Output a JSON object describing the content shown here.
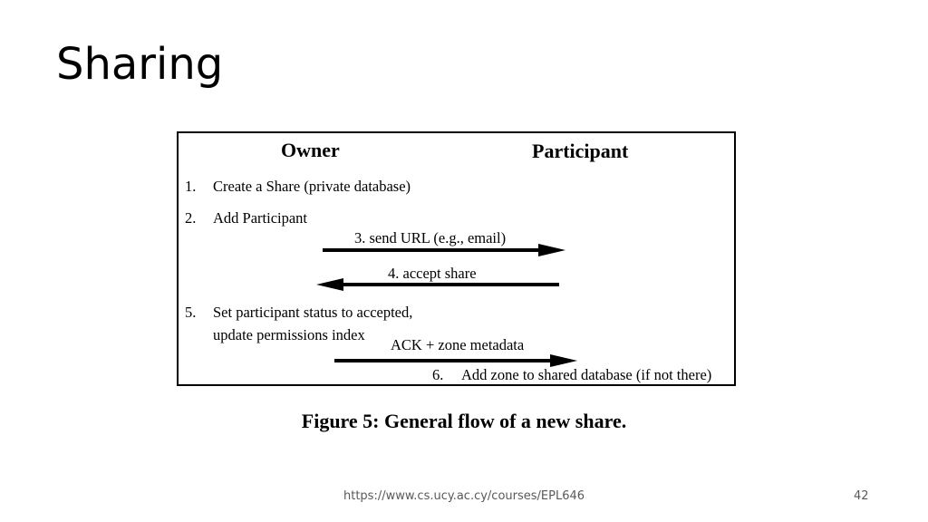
{
  "slide": {
    "title": "Sharing",
    "footer_url": "https://www.cs.ucy.ac.cy/courses/EPL646",
    "page_number": "42"
  },
  "figure": {
    "owner_header": "Owner",
    "participant_header": "Participant",
    "step1_num": "1.",
    "step1_text": "Create a Share (private database)",
    "step2_num": "2.",
    "step2_text": "Add Participant",
    "step3_text": "3. send URL (e.g., email)",
    "step4_text": "4. accept share",
    "step5_num": "5.",
    "step5_line1": "Set participant status to accepted,",
    "step5_line2": "update permissions index",
    "ack_text": "ACK + zone metadata",
    "step6_num": "6.",
    "step6_text": "Add zone to shared database (if not there)",
    "caption": "Figure 5: General flow of a new share."
  }
}
